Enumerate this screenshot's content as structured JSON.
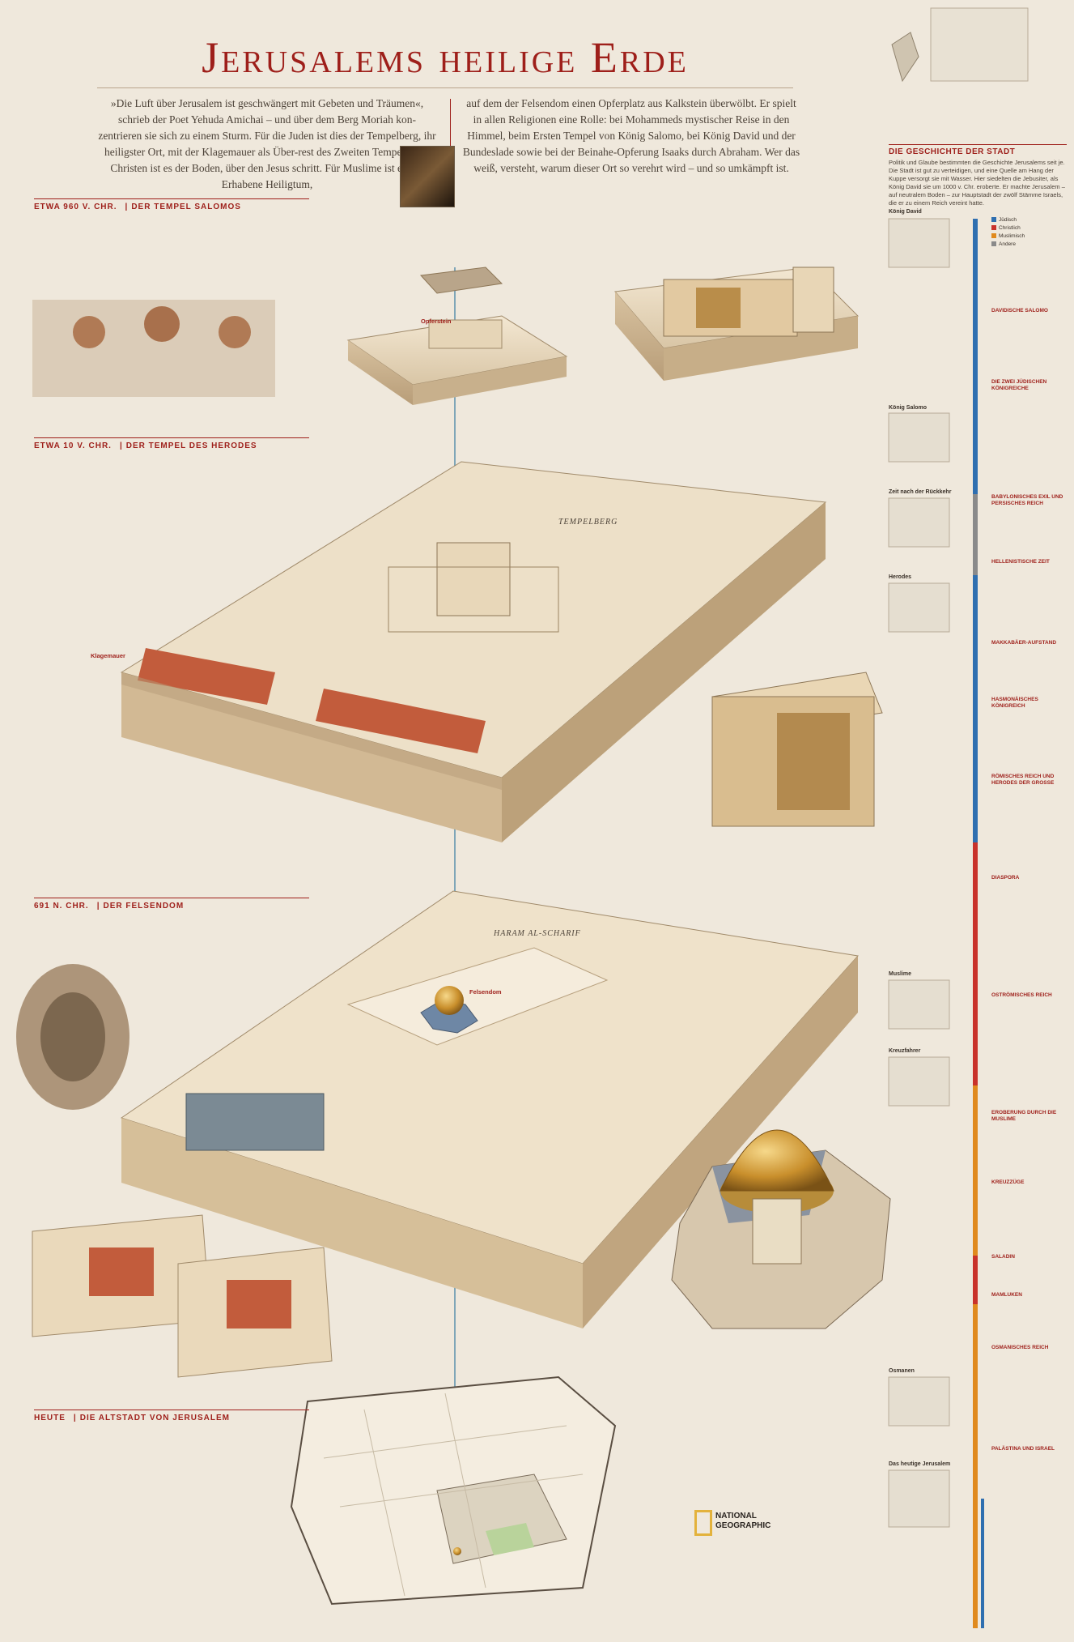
{
  "title": "Jerusalems heilige Erde",
  "intro": {
    "left": "»Die Luft über Jerusalem ist geschwängert mit Gebeten und Träumen«, schrieb der Poet Yehuda Amichai – und über dem Berg Moriah kon-zentrieren sie sich zu einem Sturm. Für die Juden ist dies der Tempelberg, ihr heiligster Ort, mit der Klagemauer als Über-rest des Zweiten Tempels. Für Christen ist es der Boden, über den Jesus schritt. Für Muslime ist es das Erhabene Heiligtum,",
    "right": "auf dem der Felsendom einen Opferplatz aus Kalkstein überwölbt. Er spielt in allen Religionen eine Rolle: bei Mohammeds mystischer Reise in den Himmel, beim Ersten Tempel von König Salomo, bei König David und der Bundeslade sowie bei der Beinahe-Opferung Isaaks durch Abraham. Wer das weiß, versteht, warum dieser Ort so verehrt wird – und so umkämpft ist."
  },
  "sections": [
    {
      "era": "Etwa 960 v. Chr.",
      "name": "Der Tempel Salomos"
    },
    {
      "era": "Etwa 10 v. Chr.",
      "name": "Der Tempel des Herodes"
    },
    {
      "era": "691 n. Chr.",
      "name": "Der Felsendom"
    },
    {
      "era": "Heute",
      "name": "Die Altstadt von Jerusalem"
    }
  ],
  "labels": {
    "opferstein": "Opferstein",
    "tempelberg": "TEMPELBERG",
    "haram": "HARAM AL-SCHARIF",
    "felsendom": "Felsendom",
    "klagemauer": "Klagemauer"
  },
  "sidebar": {
    "heading": "Die Geschichte der Stadt",
    "text": "Politik und Glaube bestimmten die Geschichte Jerusalems seit je. Die Stadt ist gut zu verteidigen, und eine Quelle am Hang der Kuppe versorgt sie mit Wasser. Hier siedelten die Jebusiter, als König David sie um 1000 v. Chr. eroberte. Er machte Jerusalem – auf neutralem Boden – zur Hauptstadt der zwölf Stämme Israels, die er zu einem Reich vereint hatte.",
    "maps": [
      "König David",
      "König Salomo",
      "Zeit nach der Rückkehr",
      "Herodes",
      "Muslime",
      "Kreuzfahrer",
      "Osmanen",
      "Das heutige Jerusalem"
    ],
    "legend": [
      {
        "label": "Jüdisch",
        "color": "#2f6fb0"
      },
      {
        "label": "Christlich",
        "color": "#c9322b"
      },
      {
        "label": "Muslimisch",
        "color": "#e08a1e"
      },
      {
        "label": "Andere",
        "color": "#8a8a8a"
      }
    ],
    "periods": [
      "Davidische Salomo",
      "Die zwei jüdischen Königreiche",
      "Babylonisches Exil und Persisches Reich",
      "Hellenistische Zeit",
      "Makkabäer-Aufstand",
      "Hasmonäisches Königreich",
      "Römisches Reich und Herodes der Große",
      "Diaspora",
      "Oströmisches Reich",
      "Eroberung durch die Muslime",
      "Kreuzzüge",
      "Saladin",
      "Mamluken",
      "Osmanisches Reich",
      "Palästina und Israel"
    ]
  },
  "logo": "NATIONAL GEOGRAPHIC"
}
